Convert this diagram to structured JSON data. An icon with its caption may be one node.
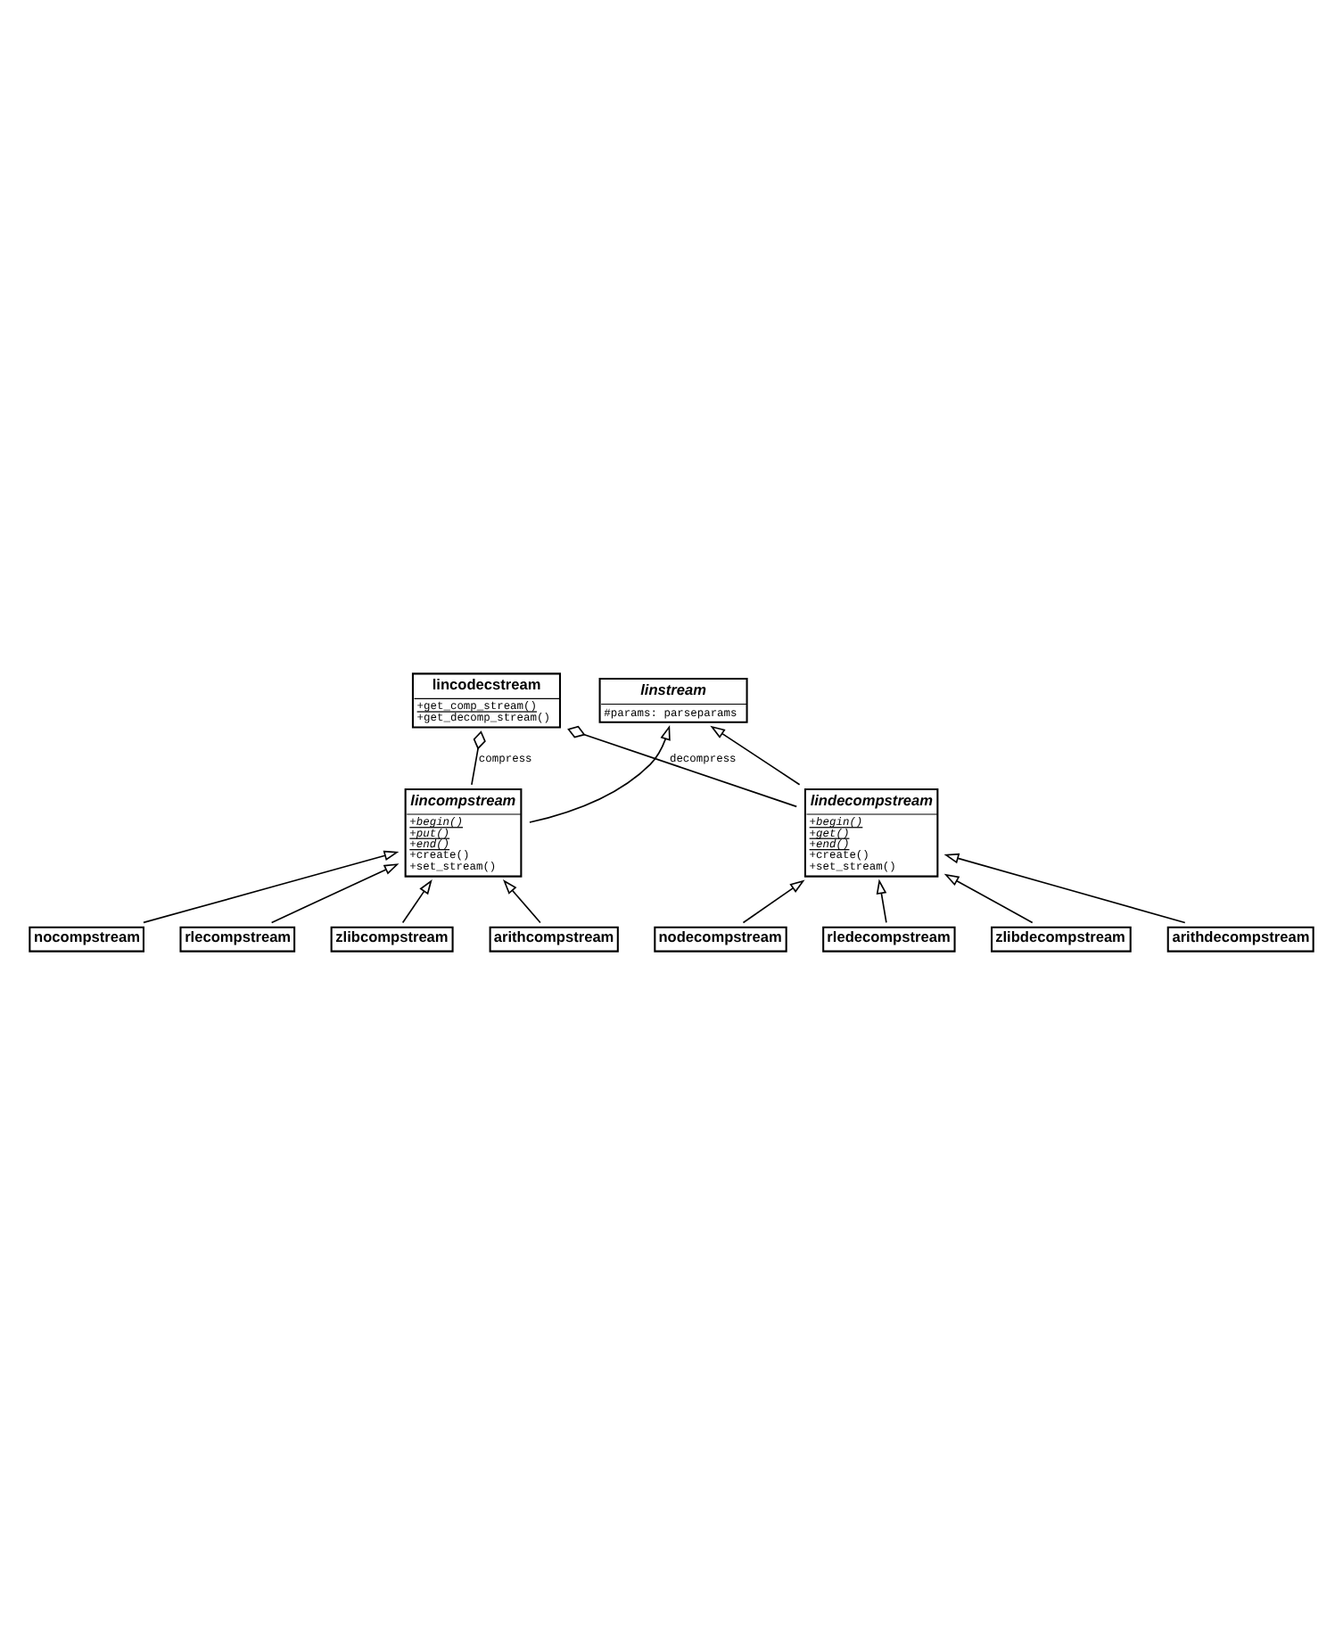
{
  "diagram": {
    "nodes": [
      {
        "text": [
          "lincodecstream",
          "+get_comp_stream()",
          "+get_decomp_stream()"
        ]
      },
      {
        "text": [
          "linstream",
          "#params: parseparams"
        ]
      },
      {
        "text": [
          "lincompstream",
          "+begin()",
          "+put()",
          "+end()",
          "+create()",
          "+set_stream()"
        ]
      },
      {
        "text": [
          "lindecompstream",
          "+begin()",
          "+get()",
          "+end()",
          "+create()",
          "+set_stream()"
        ]
      },
      {
        "text": [
          "nocompstream"
        ]
      },
      {
        "text": [
          "rlecompstream"
        ]
      },
      {
        "text": [
          "zlibcompstream"
        ]
      },
      {
        "text": [
          "arithcompstream"
        ]
      },
      {
        "text": [
          "nodecompstream"
        ]
      },
      {
        "text": [
          "rledecompstream"
        ]
      },
      {
        "text": [
          "zlibdecompstream"
        ]
      },
      {
        "text": [
          "arithdecompstream"
        ]
      }
    ],
    "edges": [
      {
        "from": 0,
        "to": 2,
        "arrow": "other",
        "label": "compress"
      },
      {
        "from": 0,
        "to": 3,
        "arrow": "other",
        "label": "decompress"
      },
      {
        "from": 2,
        "to": 1,
        "arrow": "to"
      },
      {
        "from": 3,
        "to": 1,
        "arrow": "to"
      },
      {
        "from": 4,
        "to": 2,
        "arrow": "to"
      },
      {
        "from": 5,
        "to": 2,
        "arrow": "to"
      },
      {
        "from": 6,
        "to": 2,
        "arrow": "to"
      },
      {
        "from": 7,
        "to": 2,
        "arrow": "to"
      },
      {
        "from": 8,
        "to": 3,
        "arrow": "to"
      },
      {
        "from": 9,
        "to": 3,
        "arrow": "to"
      },
      {
        "from": 10,
        "to": 3,
        "arrow": "to"
      },
      {
        "from": 11,
        "to": 3,
        "arrow": "to"
      }
    ]
  }
}
